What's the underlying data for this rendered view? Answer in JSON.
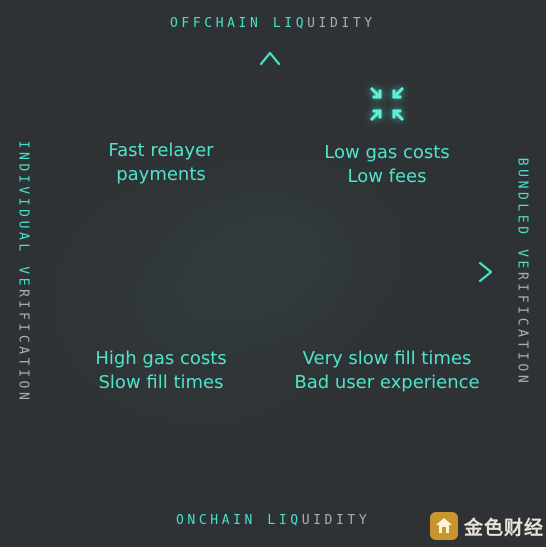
{
  "axes": {
    "top": {
      "highlight": "OFFCHAIN LIQ",
      "rest": "UIDITY"
    },
    "bottom": {
      "highlight": "ONCHAIN LIQ",
      "rest": "UIDITY"
    },
    "left": {
      "highlight": "INDIVIDUAL VE",
      "rest": "RIFICATION"
    },
    "right": {
      "highlight": "BUNDLED VE",
      "rest": "RIFICATION"
    }
  },
  "quadrants": {
    "top_left": {
      "line1": "Fast relayer",
      "line2": "payments"
    },
    "top_right": {
      "line1": "Low gas costs",
      "line2": "Low fees"
    },
    "bottom_left": {
      "line1": "High gas costs",
      "line2": "Slow fill times"
    },
    "bottom_right": {
      "line1": "Very slow fill times",
      "line2": "Bad user experience"
    }
  },
  "watermark": {
    "text": "金色财经"
  },
  "colors": {
    "accent": "#46e0c8",
    "muted": "#a7aeb2",
    "background": "#2e3235",
    "watermark": "#c9962e"
  },
  "icons": {
    "marker": "cross-arrows-icon",
    "watermark_logo": "jinse-logo-icon"
  }
}
